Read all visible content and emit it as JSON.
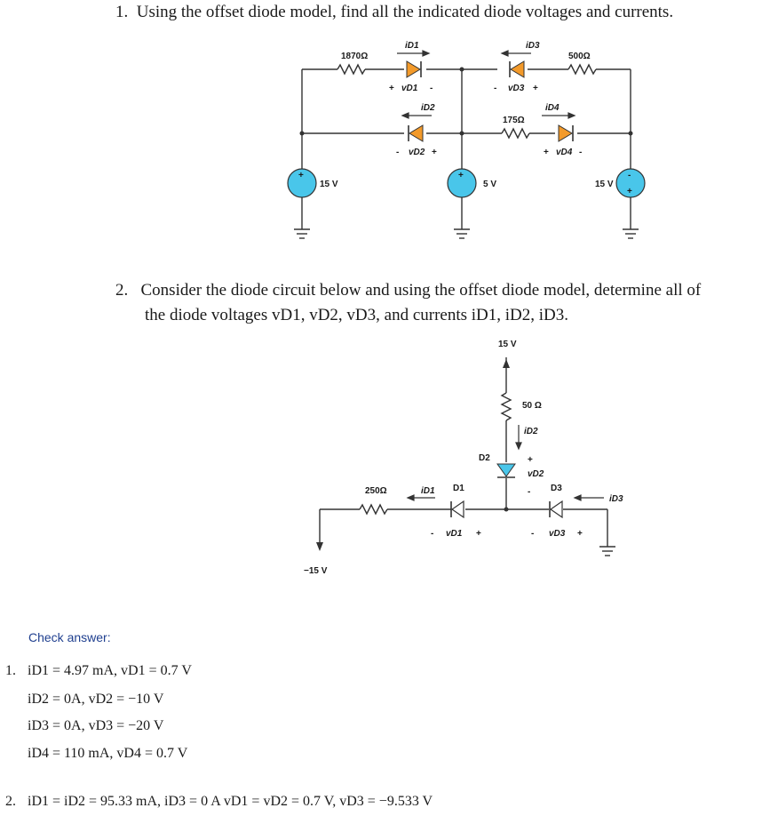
{
  "q1": {
    "number": "1.",
    "text": "Using the offset diode model, find all the indicated diode voltages and currents."
  },
  "q2": {
    "number": "2.",
    "line1": "Consider the diode circuit below and using the offset diode model, determine all of",
    "line2": "the diode voltages vD1, vD2, vD3, and currents iD1, iD2, iD3."
  },
  "circuit1": {
    "r1": "1870Ω",
    "r2": "500Ω",
    "r3": "175Ω",
    "s1": "15 V",
    "s2": "5 V",
    "s3": "15 V",
    "id1": "iD1",
    "id2": "iD2",
    "id3": "iD3",
    "id4": "iD4",
    "vd1": "vD1",
    "vd2": "vD2",
    "vd3": "vD3",
    "vd4": "vD4",
    "plus": "+",
    "minus": "-"
  },
  "circuit2": {
    "supply_top": "15 V",
    "supply_bottom": "−15 V",
    "r50": "50 Ω",
    "r250": "250Ω",
    "d1": "D1",
    "d2": "D2",
    "d3": "D3",
    "id1": "iD1",
    "id2": "iD2",
    "id3": "iD3",
    "vd1": "vD1",
    "vd2": "vD2",
    "vd3": "vD3",
    "plus": "+",
    "minus": "-"
  },
  "check_label": "Check answer:",
  "answers": {
    "a1_num": "1.",
    "a1_l1": "iD1 = 4.97 mA, vD1 = 0.7 V",
    "a1_l2": "iD2 = 0A, vD2 = −10 V",
    "a1_l3": "iD3 = 0A, vD3 = −20 V",
    "a1_l4": "iD4 = 110 mA, vD4 = 0.7 V",
    "a2_num": "2.",
    "a2_l1": "iD1 = iD2 = 95.33 mA, iD3 = 0 A vD1 = vD2 = 0.7 V, vD3 = −9.533 V"
  },
  "colors": {
    "diode": "#f39a2a",
    "source": "#49c6ea",
    "diode2": "#49c6ea",
    "wire": "#333333"
  }
}
